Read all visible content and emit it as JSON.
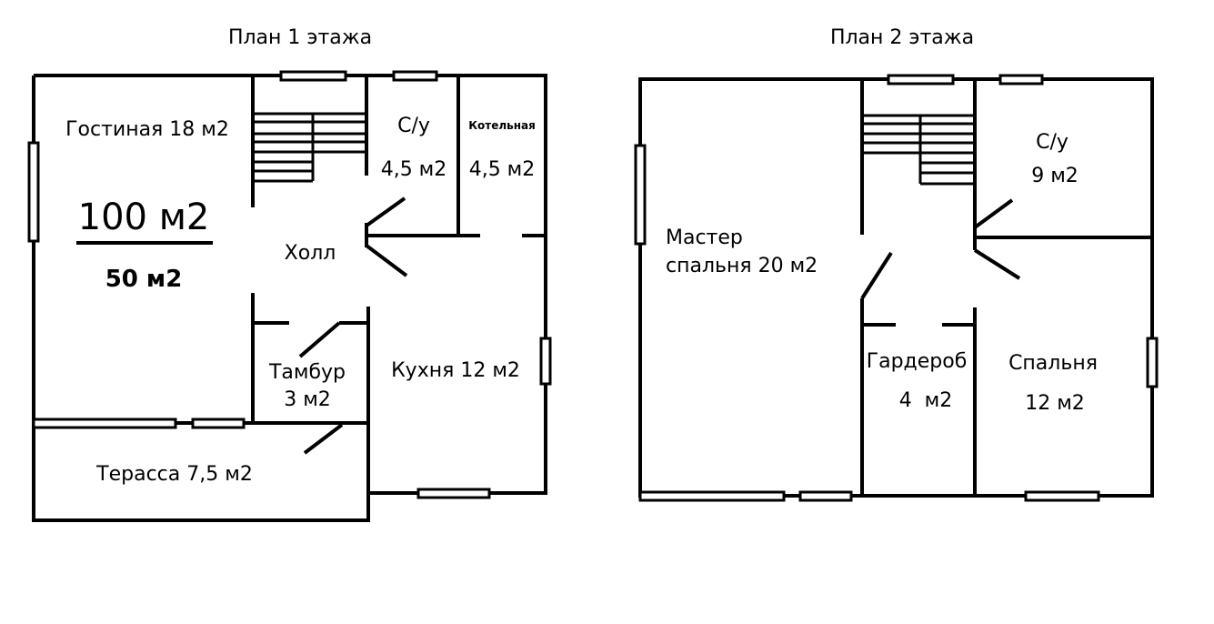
{
  "plan1": {
    "title": "План 1 этажа",
    "total_area": "100 м2",
    "floor_area": "50 м2",
    "rooms": {
      "living": "Гостиная 18 м2",
      "wc_name": "С/у",
      "wc_area": "4,5 м2",
      "boiler_name": "Котельная",
      "boiler_area": "4,5 м2",
      "hall": "Холл",
      "vestibule_name": "Тамбур",
      "vestibule_area": "3 м2",
      "kitchen": "Кухня 12 м2",
      "terrace": "Терасса 7,5 м2"
    }
  },
  "plan2": {
    "title": "План 2 этажа",
    "rooms": {
      "wc_name": "С/у",
      "wc_area": "9 м2",
      "master_line1": "Мастер",
      "master_line2": "спальня 20 м2",
      "wardrobe_name": "Гардероб",
      "wardrobe_area": "4  м2",
      "bedroom_name": "Спальня",
      "bedroom_area": "12 м2"
    }
  }
}
